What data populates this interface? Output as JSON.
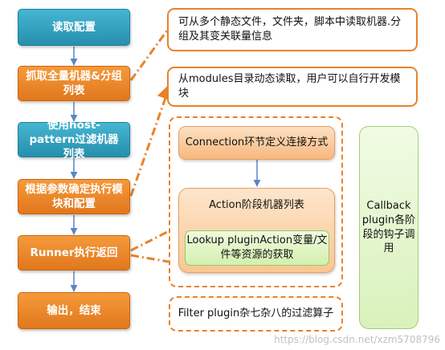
{
  "steps": [
    {
      "label": "读取配置"
    },
    {
      "label": "抓取全量机器&分组列表"
    },
    {
      "label": "使用host-pattern过滤机器列表"
    },
    {
      "label": "根据参数确定执行模块和配置"
    },
    {
      "label": "Runner执行返回"
    },
    {
      "label": "输出，结束"
    }
  ],
  "notes": {
    "config_note": "可从多个静态文件，文件夹，脚本中读取机器.分组及其变关联量信息",
    "modules_note": "从modules目录动态读取，用户可以自行开发模块"
  },
  "runner_group": {
    "connection": "Connection环节定义连接方式",
    "action": "Action阶段机器列表",
    "lookup": "Lookup pluginAction变量/文件等资源的获取"
  },
  "callback": "Callback plugin各阶段的钩子调用",
  "filter": "Filter plugin杂七杂八的过滤算子",
  "watermark": "https://blog.csdn.net/xzm5708796",
  "colors": {
    "teal": "#2f9fbe",
    "orange": "#e8822a",
    "green_light": "#d9f1bb"
  }
}
